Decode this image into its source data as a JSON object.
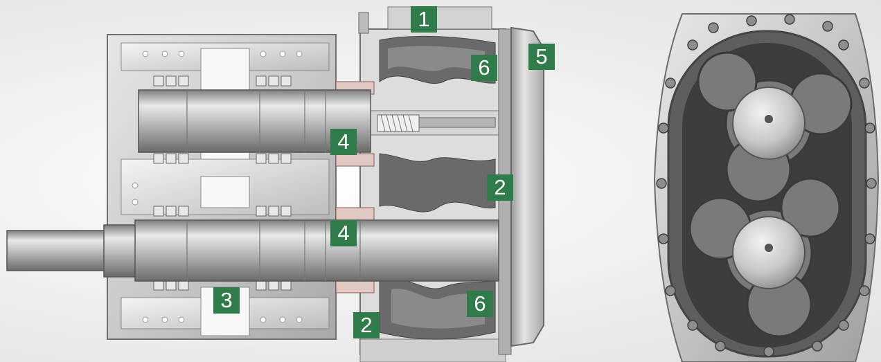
{
  "callouts": [
    "1",
    "2",
    "3",
    "4",
    "5",
    "6"
  ],
  "colors": {
    "callout_bg": "#2f7b4a",
    "callout_text": "#ffffff",
    "rotor_dark": "#5a5a5a",
    "steel_light": "#dcdcdc"
  },
  "icons": {
    "pump_section": "pump-cross-section-drawing",
    "rotor_view": "rotor-end-view-drawing"
  }
}
